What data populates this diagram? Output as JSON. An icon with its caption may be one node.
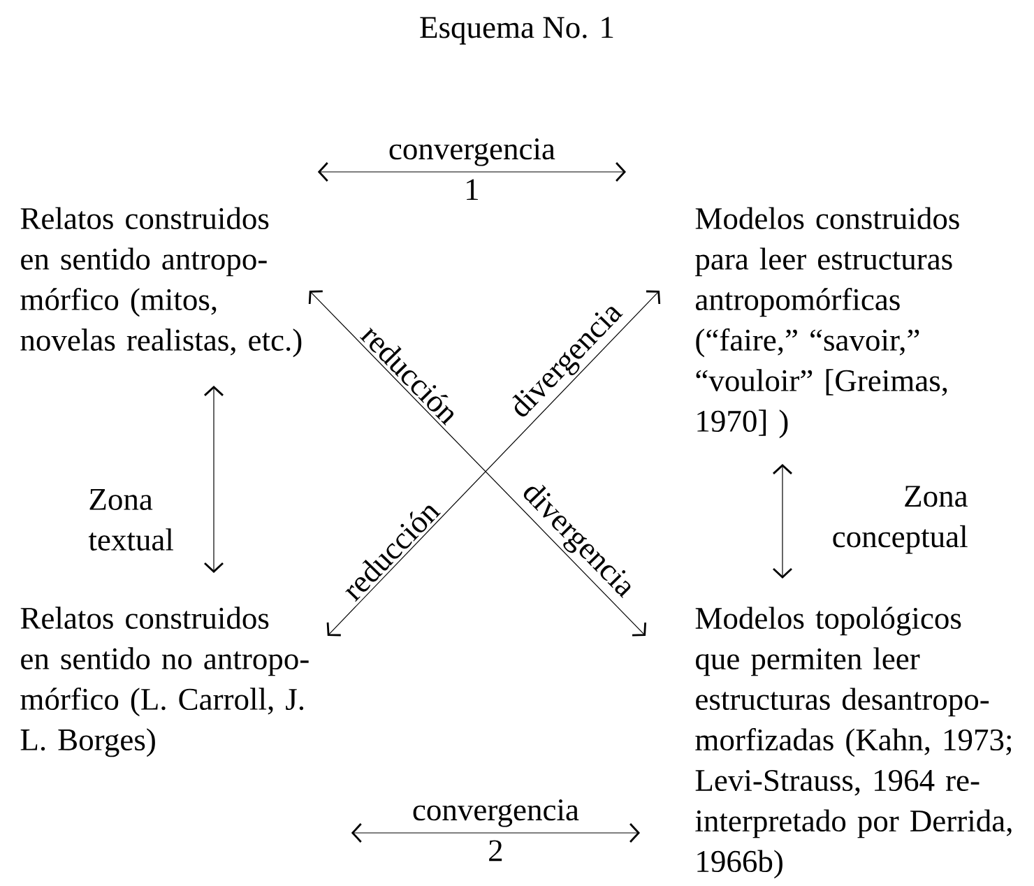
{
  "diagram": {
    "title": "Esquema No. 1",
    "nodes": [
      {
        "text": [
          "Relatos construidos en sentido antropo- mórfico (mitos, novelas realistas, etc.)"
        ]
      },
      {
        "text": [
          "Modelos construidos para leer estructuras antropomórficas (“faire,” “savoir,” “vouloir” [Greimas, 1970] )"
        ]
      },
      {
        "text": [
          "Relatos construidos en sentido no antropo- mórfico (L. Carroll, J. L. Borges)"
        ]
      },
      {
        "text": [
          "Modelos topológicos que permiten leer estructuras desantropo- morfizadas (Kahn, 1973; Levi-Strauss, 1964 re- interpretado por Derrida, 1966b)"
        ]
      }
    ],
    "edges": [
      {
        "from": 0,
        "to": 1,
        "arrow": "both",
        "label": "convergencia"
      },
      {
        "from": 0,
        "to": 3,
        "arrow": "both",
        "label": "reducción"
      },
      {
        "from": 2,
        "to": 1,
        "arrow": "both",
        "label": "reducción"
      },
      {
        "from": 0,
        "to": 2,
        "arrow": "both",
        "label": "Zona textual"
      },
      {
        "from": 1,
        "to": 3,
        "arrow": "both",
        "label": "Zona conceptual"
      },
      {
        "from": 2,
        "to": 3,
        "arrow": "both",
        "label": "convergencia"
      }
    ],
    "labels": [
      "1",
      "divergencia",
      "divergencia",
      "2"
    ]
  }
}
